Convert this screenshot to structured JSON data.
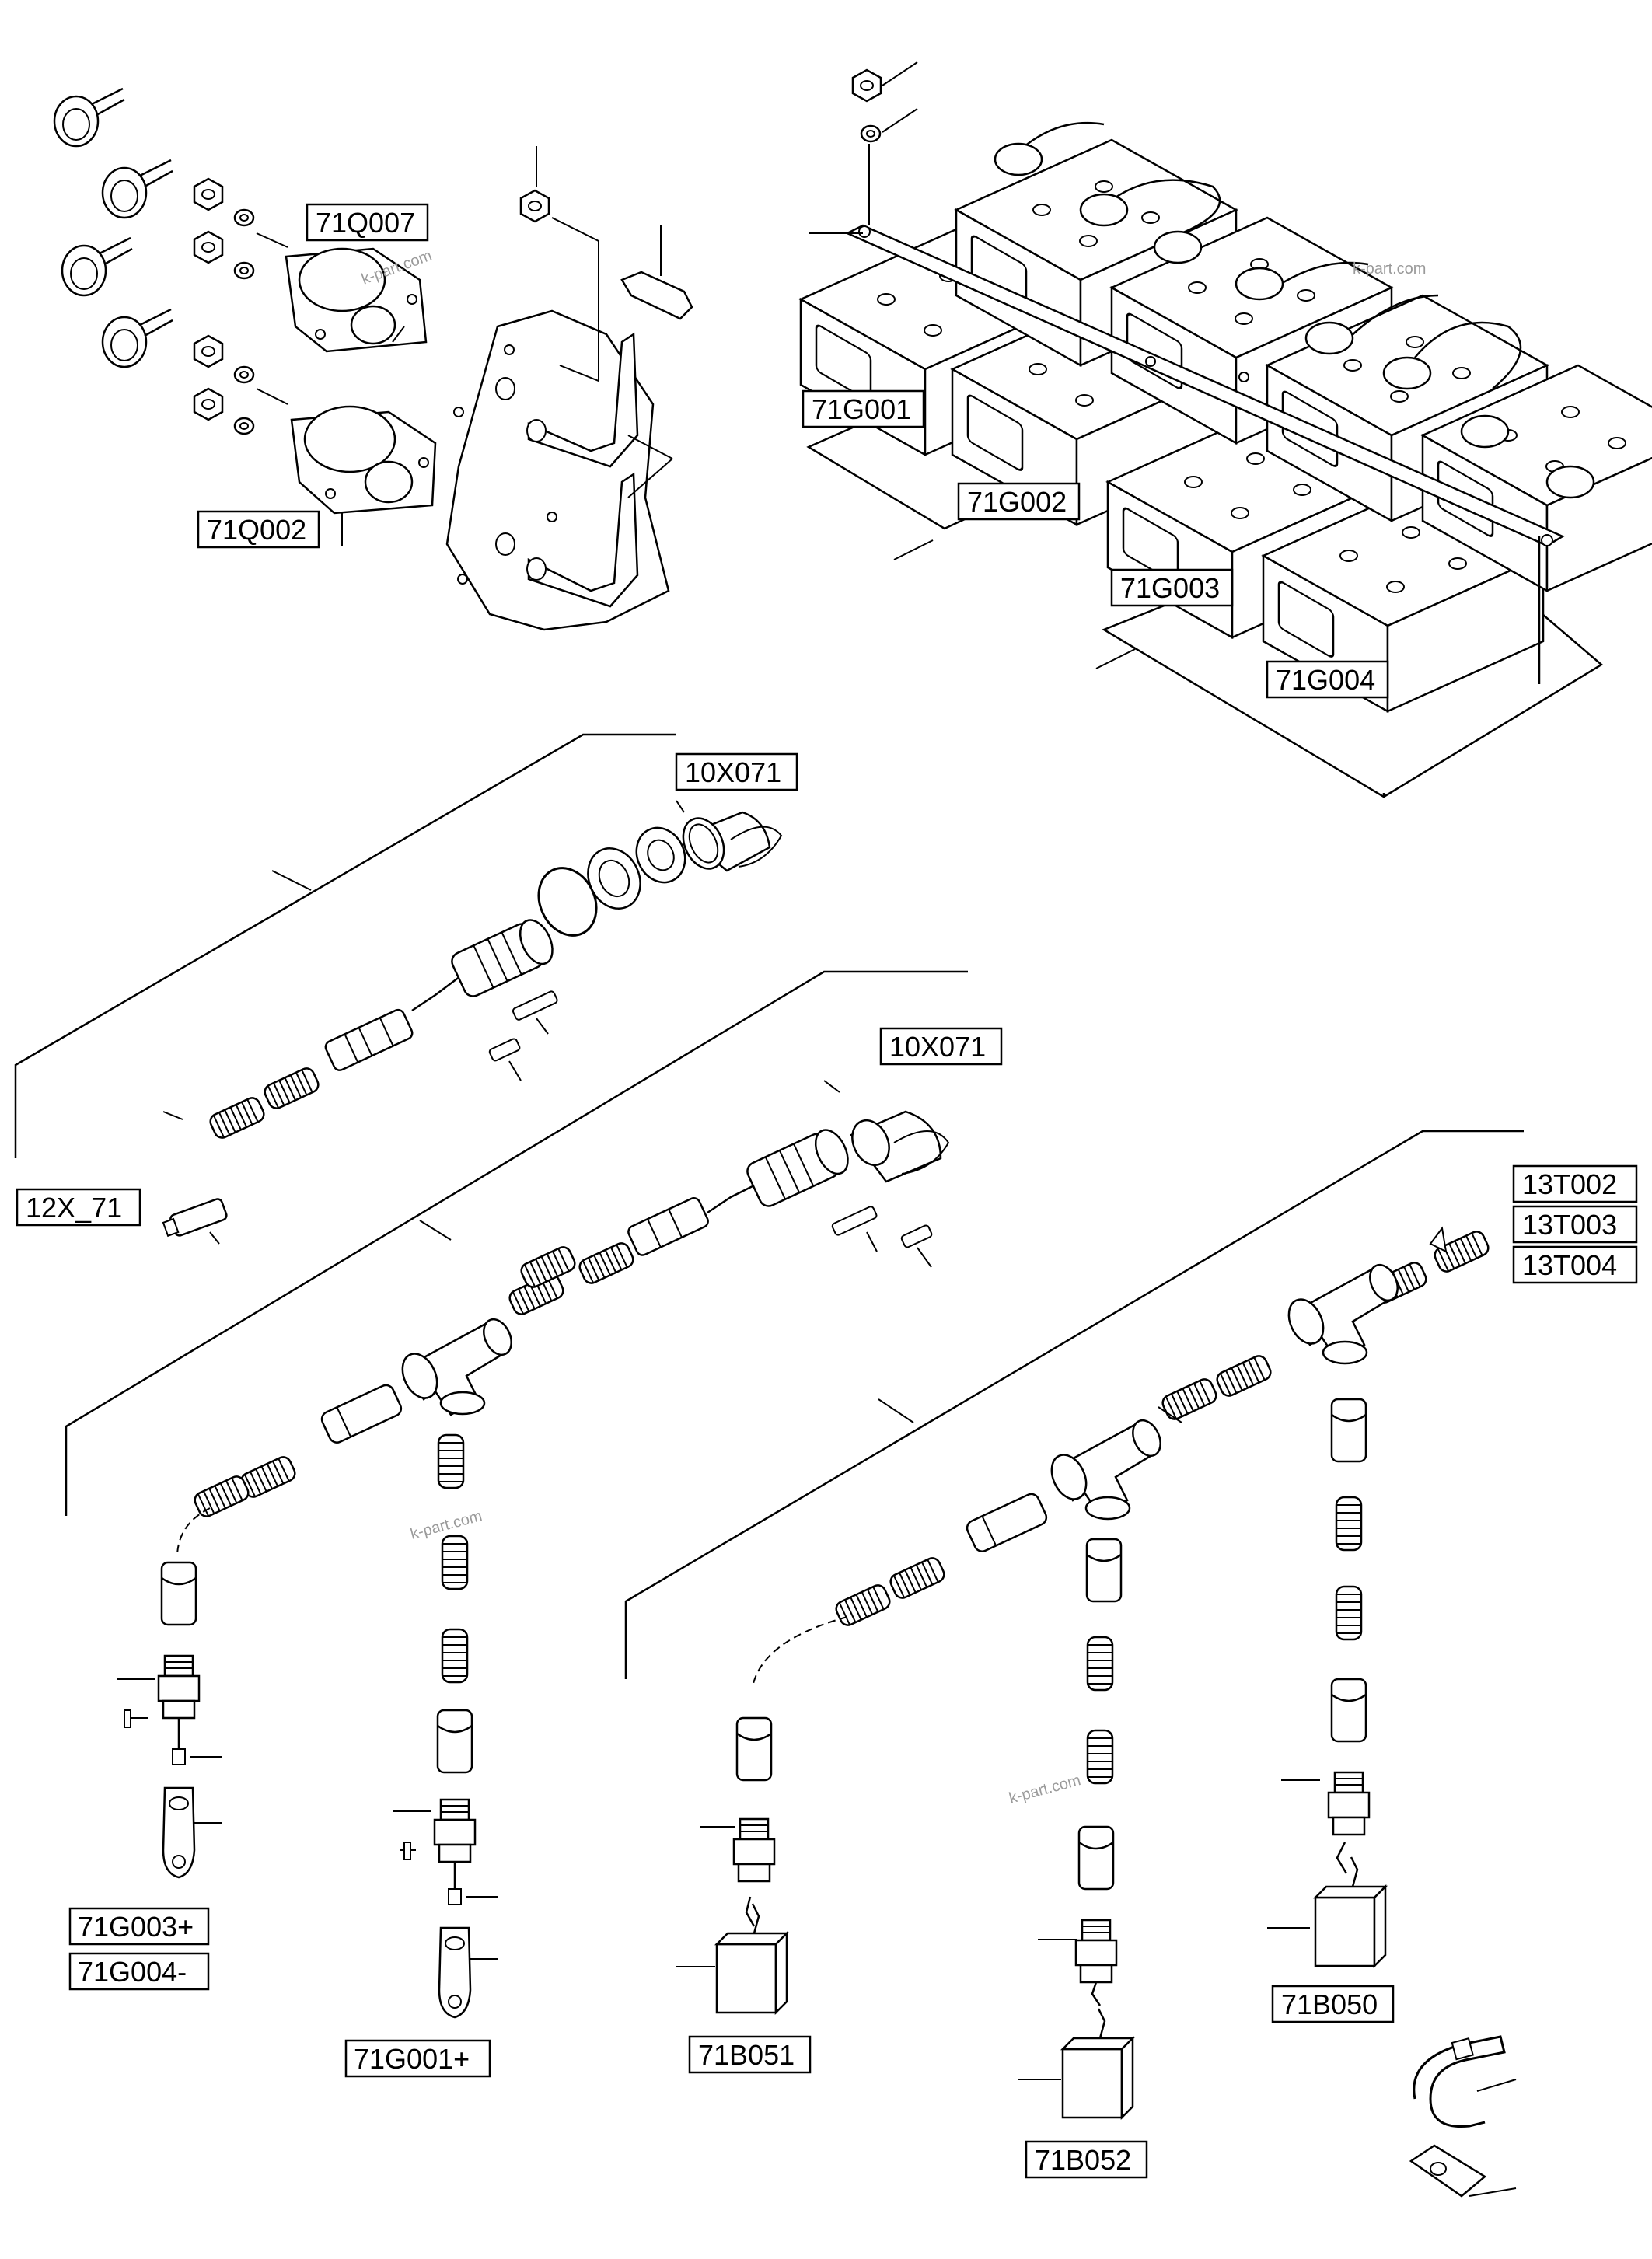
{
  "labels": {
    "71Q007": "71Q007",
    "71Q002": "71Q002",
    "71G001": "71G001",
    "71G002": "71G002",
    "71G003": "71G003",
    "71G004": "71G004",
    "10X071_a": "10X071",
    "10X071_b": "10X071",
    "12X_71": "12X_71",
    "13T002": "13T002",
    "13T003": "13T003",
    "13T004": "13T004",
    "71G003plus": "71G003+",
    "71G004minus": "71G004-",
    "71G001plus": "71G001+",
    "71B051": "71B051",
    "71B052": "71B052",
    "71B050": "71B050"
  },
  "watermark": "k-part.com"
}
